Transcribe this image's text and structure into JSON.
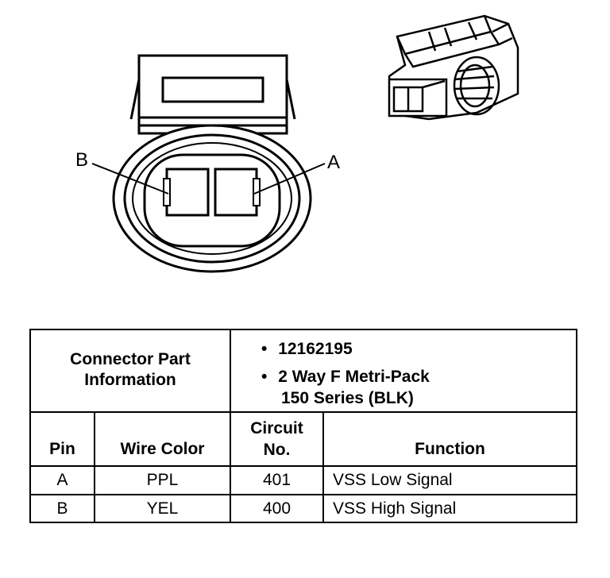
{
  "diagram": {
    "pin_labels": {
      "b": "B",
      "a": "A"
    }
  },
  "table": {
    "part_info_label_line1": "Connector Part",
    "part_info_label_line2": "Information",
    "part_number": "12162195",
    "part_desc_line1": "2 Way F Metri-Pack",
    "part_desc_line2": "150 Series (BLK)",
    "bullet": "•",
    "headers": {
      "pin": "Pin",
      "wire_color": "Wire Color",
      "circuit_line1": "Circuit",
      "circuit_line2": "No.",
      "function": "Function"
    },
    "rows": [
      {
        "pin": "A",
        "wire_color": "PPL",
        "circuit": "401",
        "function": "VSS Low Signal"
      },
      {
        "pin": "B",
        "wire_color": "YEL",
        "circuit": "400",
        "function": "VSS High Signal"
      }
    ]
  }
}
